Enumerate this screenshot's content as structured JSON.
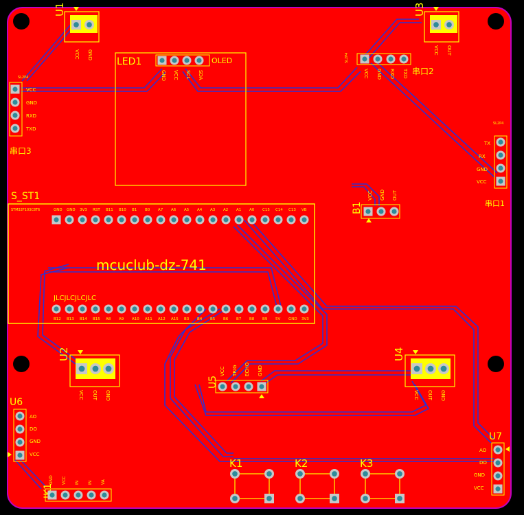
{
  "board": {
    "title": "mcuclub-dz-741",
    "watermark": "JLCJLCJLCJLC",
    "colors": {
      "substrate": "#ff0000",
      "edge": "#c000c0",
      "silk": "#ffff00",
      "trace": "#3030d0",
      "pad_ring": "#c8c8c8",
      "pad_center": "#2e8b9a",
      "hole": "#000000"
    }
  },
  "components": {
    "u1": {
      "designator": "U1",
      "pins": [
        "VCC",
        "GND"
      ]
    },
    "u3": {
      "designator": "U3",
      "pins": [
        "VCC",
        "OUT"
      ]
    },
    "led1": {
      "designator": "LED1",
      "label": "OLED",
      "pins": [
        "GND",
        "VCC",
        "SCL",
        "SDA"
      ]
    },
    "uart2": {
      "designator": "SL2P4",
      "label": "串口2",
      "pins": [
        "VCC",
        "GND",
        "RXD",
        "TXD"
      ]
    },
    "uart3": {
      "designator": "SL2P4",
      "label": "串口3",
      "pins": [
        "VCC",
        "GND",
        "RXD",
        "TXD"
      ]
    },
    "uart1": {
      "designator": "SL2P4",
      "label": "串口1",
      "pins": [
        "TX",
        "RX",
        "GND",
        "VCC"
      ]
    },
    "s_st1": {
      "designator": "S_ST1",
      "top_pins": [
        "GND",
        "GND",
        "3V3",
        "RST",
        "B11",
        "B10",
        "B1",
        "B0",
        "A7",
        "A6",
        "A5",
        "A4",
        "A3",
        "A2",
        "A1",
        "A0",
        "C15",
        "C14",
        "C13",
        "VB"
      ],
      "bottom_pins": [
        "B12",
        "B13",
        "B14",
        "B15",
        "A8",
        "A9",
        "A10",
        "A11",
        "A12",
        "A15",
        "B3",
        "B4",
        "B5",
        "B6",
        "B7",
        "B8",
        "B9",
        "5V",
        "GND",
        "3V3"
      ],
      "side_label": "STM32F103C8T6"
    },
    "b1": {
      "designator": "B1",
      "pins": [
        "VCC",
        "GND",
        "OUT"
      ]
    },
    "u2": {
      "designator": "U2",
      "pins": [
        "VCC",
        "OUT",
        "GND"
      ]
    },
    "u4": {
      "designator": "U4",
      "pins": [
        "VCC",
        "OUT",
        "GND"
      ]
    },
    "u5": {
      "designator": "U5",
      "pins": [
        "VCC",
        "TRIG",
        "ECHO",
        "GND"
      ]
    },
    "u6": {
      "designator": "U6",
      "pins": [
        "AO",
        "DO",
        "GND",
        "VCC"
      ]
    },
    "u7": {
      "designator": "U7",
      "pins": [
        "AO",
        "DO",
        "GND",
        "VCC"
      ]
    },
    "jk1": {
      "designator": "JK1",
      "pins": [
        "GND",
        "VCC",
        "IN",
        "IN",
        "VA"
      ]
    },
    "k1": {
      "designator": "K1"
    },
    "k2": {
      "designator": "K2"
    },
    "k3": {
      "designator": "K3"
    }
  }
}
